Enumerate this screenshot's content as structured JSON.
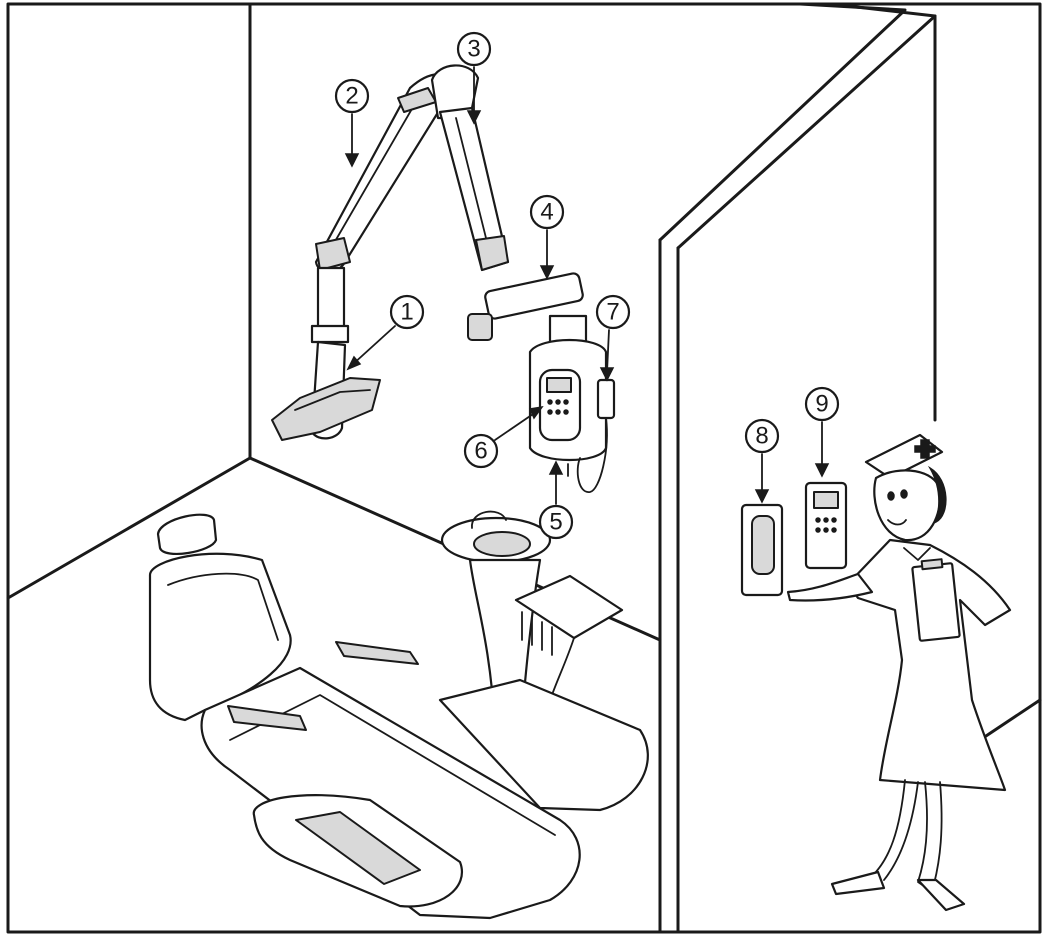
{
  "callouts": [
    {
      "id": "1",
      "label": "1"
    },
    {
      "id": "2",
      "label": "2"
    },
    {
      "id": "3",
      "label": "3"
    },
    {
      "id": "4",
      "label": "4"
    },
    {
      "id": "5",
      "label": "5"
    },
    {
      "id": "6",
      "label": "6"
    },
    {
      "id": "7",
      "label": "7"
    },
    {
      "id": "8",
      "label": "8"
    },
    {
      "id": "9",
      "label": "9"
    }
  ],
  "icons": {
    "nurse": "nurse-figure",
    "chair": "dental-chair",
    "xray": "wall-mounted-xray-unit",
    "control_panel": "wall-control-panel",
    "timer": "exposure-timer"
  },
  "colors": {
    "line": "#1a1a1a",
    "background": "#ffffff",
    "shade": "#d9d9d9"
  }
}
